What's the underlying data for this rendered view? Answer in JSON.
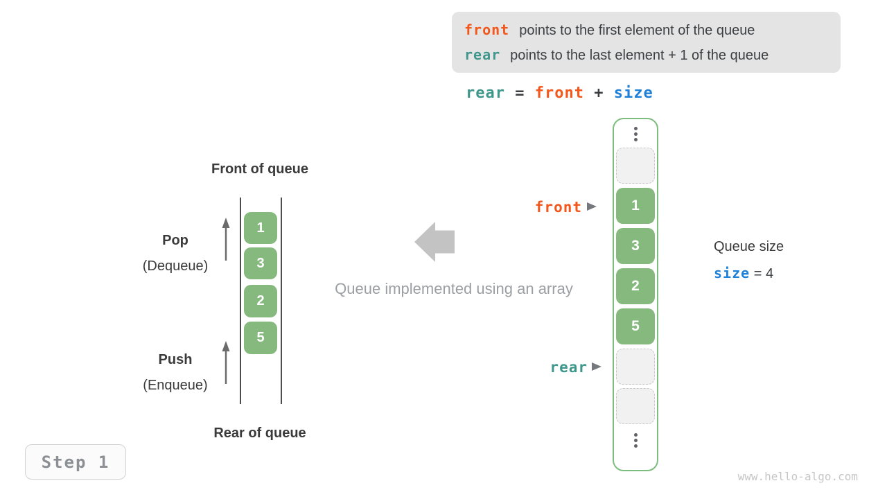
{
  "info_box": {
    "lines": [
      {
        "code": "front",
        "text": "points to the first element of the queue",
        "code_color": "#f2581e"
      },
      {
        "code": "rear",
        "text": "points to the last element + 1 of the queue",
        "code_color": "#3f978b"
      }
    ]
  },
  "formula": {
    "rear": "rear",
    "equals": "=",
    "front": "front",
    "plus": "+",
    "size": "size"
  },
  "left_queue": {
    "front_label": "Front of queue",
    "rear_label": "Rear of queue",
    "pop": {
      "title": "Pop",
      "subtitle": "(Dequeue)"
    },
    "push": {
      "title": "Push",
      "subtitle": "(Enqueue)"
    },
    "cells": [
      "1",
      "3",
      "2",
      "5"
    ]
  },
  "center": {
    "caption": "Queue implemented using an array"
  },
  "right_array": {
    "front_pointer": "front",
    "rear_pointer": "rear",
    "slots": [
      {
        "type": "ellipsis"
      },
      {
        "type": "empty"
      },
      {
        "type": "filled",
        "value": "1"
      },
      {
        "type": "filled",
        "value": "3"
      },
      {
        "type": "filled",
        "value": "2"
      },
      {
        "type": "filled",
        "value": "5"
      },
      {
        "type": "empty"
      },
      {
        "type": "empty"
      },
      {
        "type": "ellipsis"
      }
    ]
  },
  "queue_size": {
    "label": "Queue size",
    "code": "size",
    "equals": "=",
    "value": "4"
  },
  "step_badge": "Step 1",
  "watermark": "www.hello-algo.com",
  "colors": {
    "orange": "#f2581e",
    "teal": "#3f978b",
    "blue": "#1f80d8",
    "cell_green": "#86b97e",
    "container_green": "#7dbd7d",
    "block_arrow_gray": "#c3c3c3",
    "text_dark": "#3b3f42",
    "caption_gray": "#9b9fa3",
    "info_box_bg": "#e4e4e5"
  }
}
